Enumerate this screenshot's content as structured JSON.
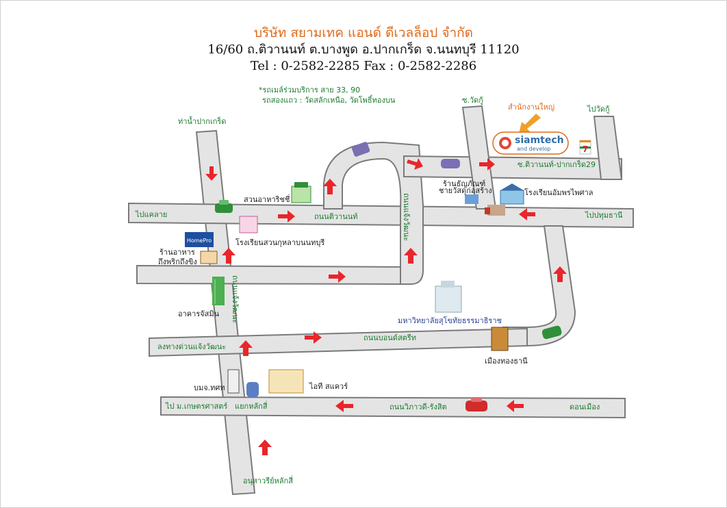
{
  "header": {
    "company": "บริษัท สยามเทค แอนด์ ดีเวลล็อป จำกัด",
    "address": "16/60 ถ.ติวานนท์ ต.บางพูด อ.ปากเกร็ด จ.นนทบุรี 11120",
    "phone": "Tel : 0-2582-2285 Fax : 0-2582-2286"
  },
  "transit": {
    "bus": "*รถเมล์ร่วมบริการ สาย 33, 90",
    "songthaew": "รถสองแถว : วัดสลักเหนือ, วัดโพธิ์ทองบน"
  },
  "logo": {
    "name": "siamtech",
    "tagline": "and develop",
    "head_office": "สำนักงานใหญ่"
  },
  "labels": {
    "tha_nam_pakkret": "ท่าน้ำปากเกร็ด",
    "soi_wat_ku": "ซ.วัดกู้",
    "pai_wat_ku": "ไปวัดกู้",
    "soi_tiwanon_29": "ซ.ติวานนท์-ปากเกร็ด29",
    "pai_khae_lai": "ไปแคลาย",
    "suan_ahan": "สวนอาหาริชชี่",
    "thanon_tiwanon": "ถนนติวานนท์",
    "thanon_saeng_phet": "ถนนแจ้งวัฒนะ",
    "shop_thanya": "ร้านธัญภัณฑ์",
    "shop_thanya2": "ชายวัสดุก่อสร้าง",
    "school_am": "โรงเรียนอัมพรไพศาล",
    "pai_pathum": "ไปปทุมธานี",
    "homepro": "HomePro",
    "school_suan": "โรงเรียนสวนกุหลาบนนทบุรี",
    "restaurant1": "ร้านอาหาร",
    "restaurant2": "ถึงพริกถึงขิง",
    "chaeng_vertical": "ถนนแจ้งวัฒนะ",
    "jasmine": "อาคารจัสมิน",
    "stou": "มหาวิทยาลัยสุโขทัยธรรมาธิราช",
    "expressway": "ลงทางด่วนแจ้งวัฒนะ",
    "bond_street": "ถนนบอนด์สตรีท",
    "muang_thong": "เมืองทองธานี",
    "tot": "บมจ.ทศท",
    "it_square": "ไอที สแควร์",
    "pai_kaset": "ไป ม.เกษตรศาสตร์",
    "laksi_junction": "แยกหลักสี่",
    "vibhavadi": "ถนนวิภาวดี-รังสิต",
    "don_mueang": "ดอนเมือง",
    "laksi_monument": "อนุสาวรีย์หลักสี่",
    "seven_eleven": "7"
  },
  "colors": {
    "accent_orange": "#e06a1b",
    "label_green": "#1a7a2e",
    "arrow_red": "#e8262b",
    "road_fill": "#e4e4e4"
  }
}
